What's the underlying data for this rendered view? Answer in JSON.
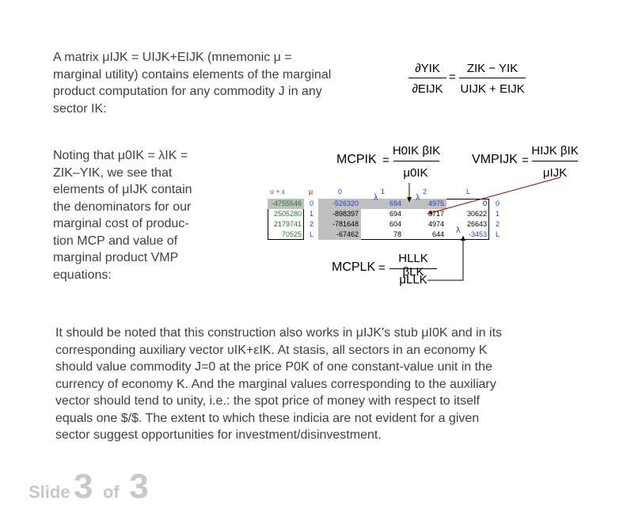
{
  "paragraph1": {
    "lines": [
      "A matrix μIJK = UIJK+EIJK (mnemonic μ =",
      "marginal utility) contains elements of the marginal",
      "product computation for any commodity J in any",
      "sector IK:"
    ]
  },
  "equation1": {
    "num": "∂YIK",
    "den": "∂EIJK",
    "eq": "=",
    "rnum": "ZIK − YIK",
    "rden": "UIJK + EIJK"
  },
  "paragraph2": {
    "lines": [
      "Noting that μ0IK = λIK =",
      "ZIK–YIK, we see that",
      "elements of μIJK contain",
      "the denominators for our",
      "marginal cost of produc-",
      "tion MCP and value of",
      "marginal product VMP",
      "equations:"
    ]
  },
  "mcp1": {
    "lhs": "MCPIK",
    "eq": "=",
    "num": "H0IK βIK",
    "den": "μ0IK"
  },
  "vmp": {
    "lhs": "VMPIJK",
    "eq": "=",
    "num": "HIJK βIK",
    "den": "μIJK"
  },
  "mcp2": {
    "lhs": "MCPLK",
    "eq": "=",
    "num": "HLLK βLK",
    "den": "μLLK"
  },
  "matrix": {
    "upsilon_header": "υ + ε",
    "mu_header": "μ",
    "col_headers": [
      "0",
      "1",
      "2",
      "L"
    ],
    "row_index": [
      "0",
      "1",
      "2",
      "L"
    ],
    "right_index": [
      "0",
      "1",
      "2",
      "L"
    ],
    "left_vector": [
      "-4755546",
      "2505280",
      "2179741",
      "70525"
    ],
    "rows": [
      [
        "-526320",
        "694",
        "4975",
        "0"
      ],
      [
        "-898397",
        "694",
        "5717",
        "30622"
      ],
      [
        "-781648",
        "604",
        "4974",
        "26643"
      ],
      [
        "-67462",
        "78",
        "644",
        "-3453"
      ]
    ],
    "lambda": "λ"
  },
  "paragraph3": {
    "lines": [
      "It should be noted that this construction also works in μIJK's stub μI0K and in its",
      "corresponding auxiliary vector υIK+εIK. At stasis, all sectors in an economy K",
      "should value commodity J=0 at the price P0K of one constant-value unit in the",
      "currency of economy K. And the marginal values corresponding to the auxiliary",
      "vector should tend to unity, i.e.: the spot price of money with respect to itself",
      "equals one $/$. The extent to which these indicia are not evident for a given",
      "sector suggest opportunities for investment/disinvestment."
    ]
  },
  "footer": {
    "slide_word": "Slide",
    "current": "3",
    "of_word": "of",
    "total": "3"
  }
}
